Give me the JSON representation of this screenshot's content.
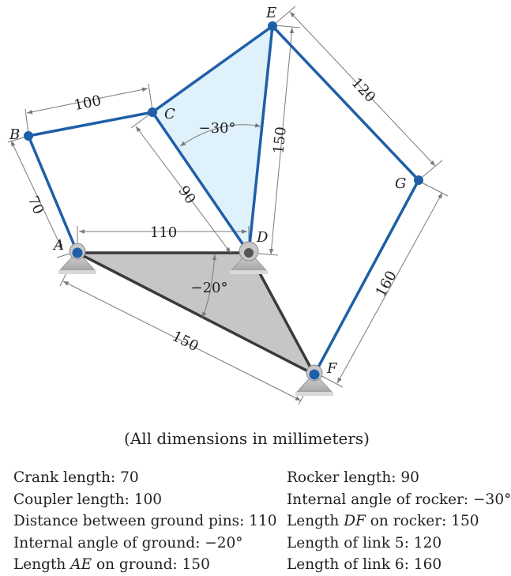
{
  "points": {
    "A": "A",
    "B": "B",
    "C": "C",
    "D": "D",
    "E": "E",
    "F": "F",
    "G": "G"
  },
  "dimensions": {
    "AB": "70",
    "BC": "100",
    "CD": "90",
    "AD": "110",
    "DE": "150",
    "EG": "120",
    "GF": "160",
    "AF": "150",
    "angle_rocker": "−30°",
    "angle_ground": "−20°"
  },
  "caption": "(All dimensions in millimeters)",
  "specs_left": [
    {
      "prefix": "Crank length: 70",
      "italic": "",
      "suffix": ""
    },
    {
      "prefix": "Coupler length: 100",
      "italic": "",
      "suffix": ""
    },
    {
      "prefix": "Distance between ground pins: 110",
      "italic": "",
      "suffix": ""
    },
    {
      "prefix": "Internal angle of ground: −20°",
      "italic": "",
      "suffix": ""
    },
    {
      "prefix": "Length ",
      "italic": "AE",
      "suffix": " on ground: 150"
    }
  ],
  "specs_right": [
    {
      "prefix": "Rocker length: 90",
      "italic": "",
      "suffix": ""
    },
    {
      "prefix": "Internal angle of rocker: −30°",
      "italic": "",
      "suffix": ""
    },
    {
      "prefix": "Length ",
      "italic": "DF",
      "suffix": " on rocker: 150"
    },
    {
      "prefix": "Length of link 5: 120",
      "italic": "",
      "suffix": ""
    },
    {
      "prefix": "Length of link 6: 160",
      "italic": "",
      "suffix": ""
    }
  ],
  "colors": {
    "link": "#1f5fa8",
    "joint": "#1f5fa8",
    "rocker_fill": "#dff1fb",
    "ground_fill": "#c6c6c6",
    "ground_edge": "#3a3a3a",
    "dimension_line": "#7a7a7a"
  }
}
